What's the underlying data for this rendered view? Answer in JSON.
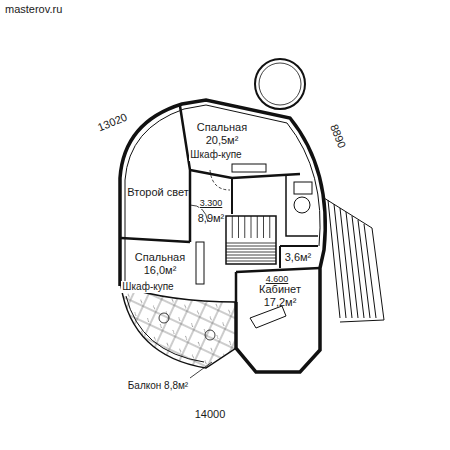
{
  "diagram": {
    "nodes": [
      {
        "text": [
          "Спальная",
          "20,5м²"
        ]
      },
      {
        "text": [
          "Второй свет"
        ]
      },
      {
        "text": [
          "8,9м²"
        ]
      },
      {
        "text": [
          "Спальная",
          "16,0м²"
        ]
      },
      {
        "text": [
          "3,6м²"
        ]
      },
      {
        "text": [
          "Кабинет",
          "17,2м²"
        ]
      }
    ],
    "labels": [
      "masterov.ru",
      "13020",
      "8890",
      "14000",
      "Шкаф-купе",
      "Шкаф-купе",
      "3.300",
      "4.600",
      "Балкон 8,8м²"
    ]
  }
}
